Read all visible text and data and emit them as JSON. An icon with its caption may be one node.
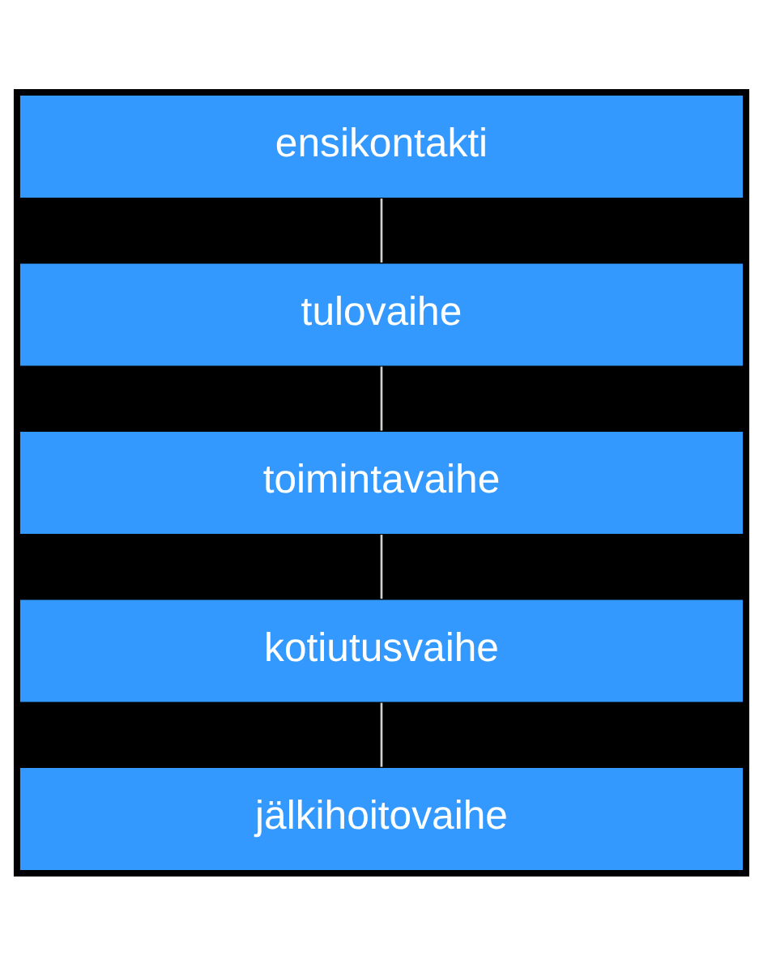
{
  "diagram": {
    "nodes": [
      {
        "text": [
          "ensikontakti"
        ]
      },
      {
        "text": [
          "tulovaihe"
        ]
      },
      {
        "text": [
          "toimintavaihe"
        ]
      },
      {
        "text": [
          "kotiutusvaihe"
        ]
      },
      {
        "text": [
          "jälkihoitovaihe"
        ]
      }
    ],
    "edges": [
      {
        "from": 0,
        "to": 1,
        "arrow": "none"
      },
      {
        "from": 1,
        "to": 2,
        "arrow": "none"
      },
      {
        "from": 2,
        "to": 3,
        "arrow": "none"
      },
      {
        "from": 3,
        "to": 4,
        "arrow": "none"
      }
    ]
  }
}
